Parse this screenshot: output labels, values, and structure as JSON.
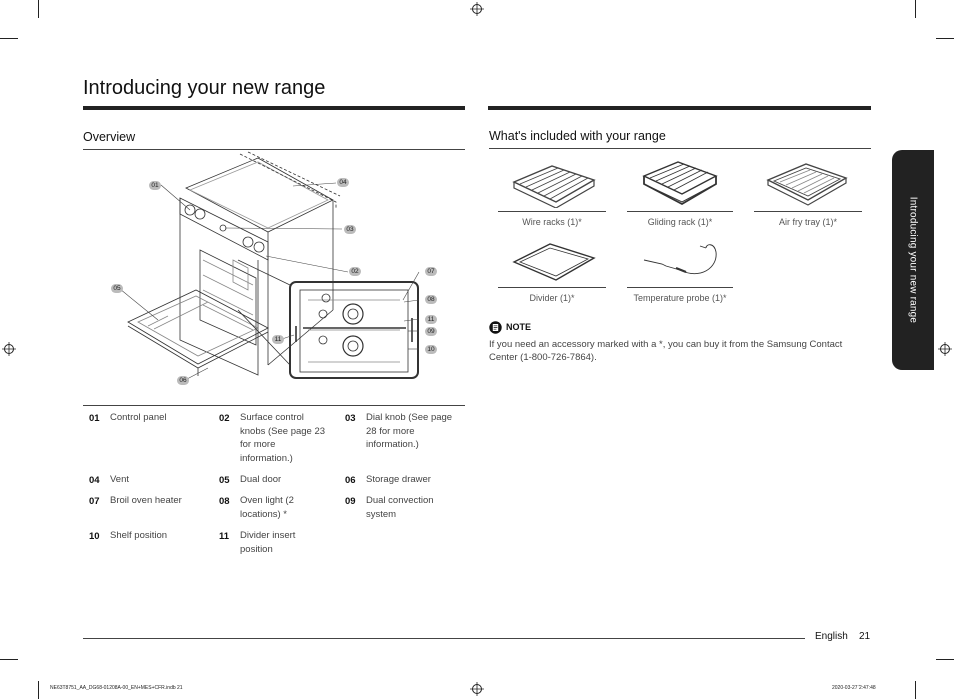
{
  "page": {
    "title": "Introducing your new range",
    "side_tab": "Introducing your new range"
  },
  "overview": {
    "heading": "Overview",
    "callouts": [
      "01",
      "02",
      "03",
      "04",
      "05",
      "06",
      "07",
      "08",
      "09",
      "10",
      "11"
    ],
    "parts": [
      {
        "num": "01",
        "label": "Control panel"
      },
      {
        "num": "02",
        "label": "Surface control knobs (See page 23 for more information.)"
      },
      {
        "num": "03",
        "label": "Dial knob (See page 28 for more information.)"
      },
      {
        "num": "04",
        "label": "Vent"
      },
      {
        "num": "05",
        "label": "Dual door"
      },
      {
        "num": "06",
        "label": "Storage drawer"
      },
      {
        "num": "07",
        "label": "Broil oven heater"
      },
      {
        "num": "08",
        "label": "Oven light (2 locations) *"
      },
      {
        "num": "09",
        "label": "Dual convection system"
      },
      {
        "num": "10",
        "label": "Shelf position"
      },
      {
        "num": "11",
        "label": "Divider insert position"
      }
    ]
  },
  "included": {
    "heading": "What's included with your range",
    "items": [
      {
        "label": "Wire racks (1)*",
        "icon": "wire-rack-icon"
      },
      {
        "label": "Gliding rack (1)*",
        "icon": "gliding-rack-icon"
      },
      {
        "label": "Air fry tray (1)*",
        "icon": "air-fry-tray-icon"
      },
      {
        "label": "Divider (1)*",
        "icon": "divider-icon"
      },
      {
        "label": "Temperature probe (1)*",
        "icon": "temperature-probe-icon"
      }
    ],
    "note_label": "NOTE",
    "note_text": "If you need an accessory marked with a *, you can buy it from the Samsung Contact Center (1-800-726-7864)."
  },
  "footer": {
    "language": "English",
    "page_number": "21",
    "file_info": "NE63T8751_AA_DG68-01208A-00_EN+MES+CFR.indb   21",
    "date_info": "2020-03-27   ̒2:47:48"
  }
}
